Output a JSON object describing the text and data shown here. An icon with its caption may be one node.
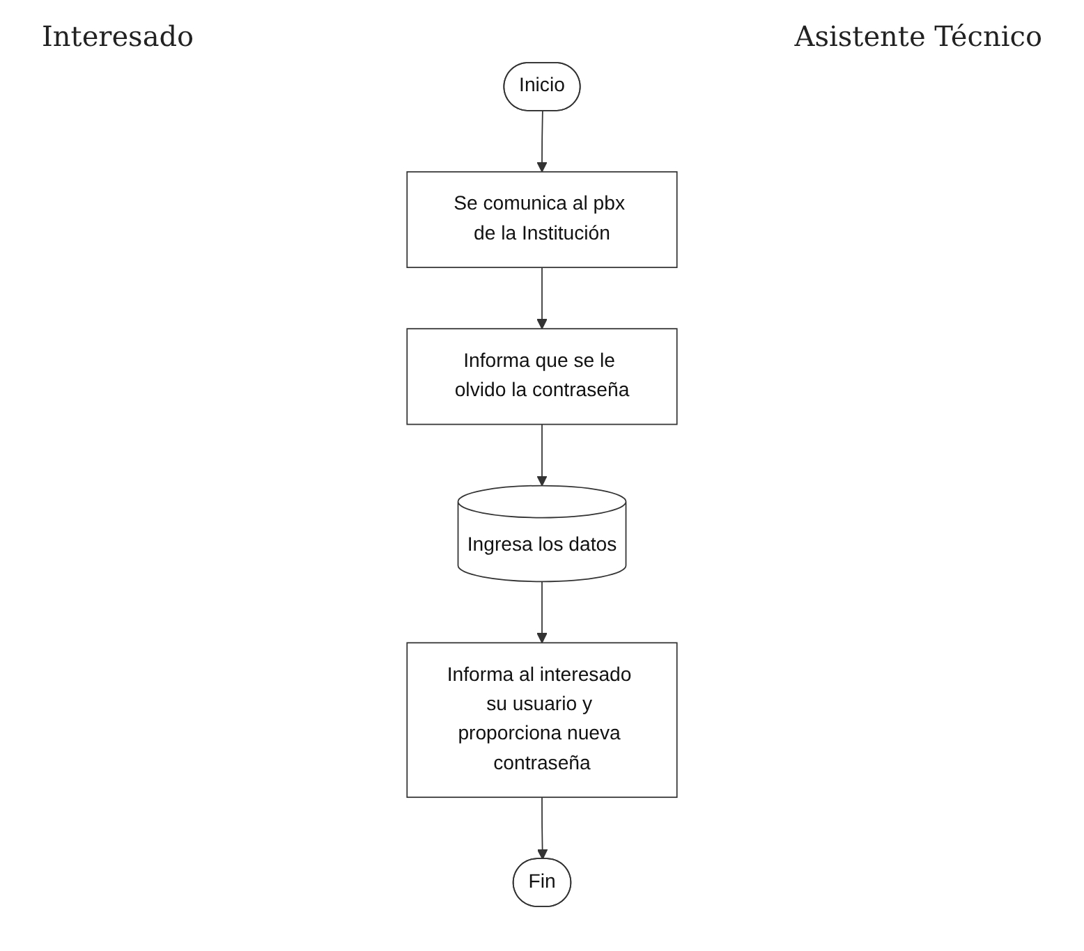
{
  "diagram": {
    "nodes": [
      {
        "text": [
          "Inicio"
        ]
      },
      {
        "text": [
          "Se comunica al pbx de la Institución"
        ]
      },
      {
        "text": [
          "Informa que se le olvido la contraseña"
        ]
      },
      {
        "text": [
          "Ingresa los datos"
        ]
      },
      {
        "text": [
          "Informa al interesado su usuario y proporciona nueva contraseña"
        ]
      },
      {
        "text": [
          "Fin"
        ]
      }
    ],
    "edges": [
      {
        "from": 0,
        "to": 1,
        "arrow": "to"
      },
      {
        "from": 1,
        "to": 2,
        "arrow": "to"
      },
      {
        "from": 2,
        "to": 3,
        "arrow": "to"
      },
      {
        "from": 3,
        "to": 4,
        "arrow": "to"
      },
      {
        "from": 4,
        "to": 5,
        "arrow": "to"
      }
    ],
    "labels": [
      "Interesado",
      "Asistente Técnico"
    ]
  }
}
